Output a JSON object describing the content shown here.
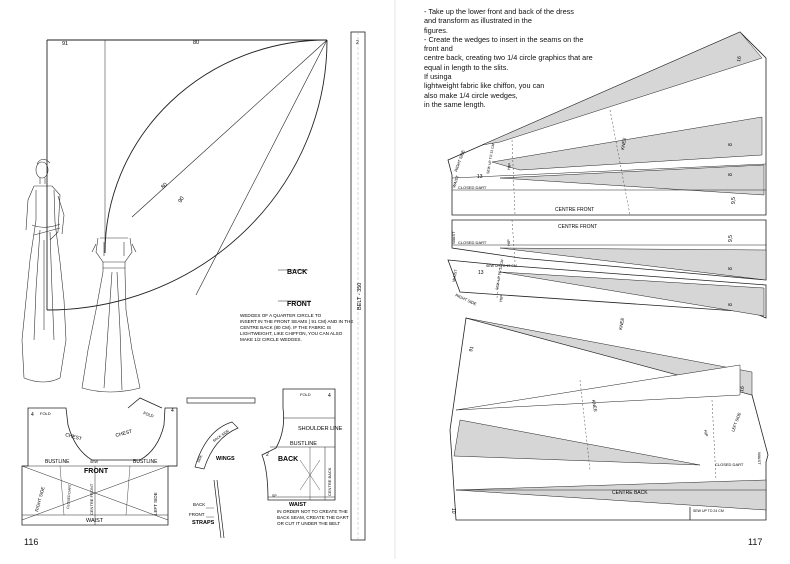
{
  "pages": {
    "left_number": "116",
    "right_number": "117"
  },
  "instructions": [
    "- Take up the lower front and back of the dress",
    "  and transform as illustrated in the",
    "  figures.",
    "- Create the wedges to insert in the seams on the",
    "  front and",
    "  centre back, creating two 1/4 circle graphics that are",
    "  equal in length to the slits.",
    "    If usinga",
    "  lightweight fabric like chiffon, you can",
    "  also make 1/4 circle wedges,",
    "  in the same length."
  ],
  "quarter_circle": {
    "dim_top_left": "91",
    "dim_top": "80",
    "dim_radius_1": "80",
    "dim_radius_2": "90",
    "label_back": "BACK",
    "label_front": "FRONT",
    "note": [
      "WEDGES OF A QUARTER CIRCLE TO",
      "INSERT IN THE FRONT SEAMS ( 91 CM) AND IN THE",
      "CENTRE BACK (80 CM). IF THE FABRIC IS",
      "LIGHTWEIGHT, LIKE CHIFFON, YOU CAN ALSO",
      "MAKE 1/2 CIRCLE WEDGES."
    ]
  },
  "belt": {
    "label": "BELT - 350",
    "top_mark": "2"
  },
  "bodice_front": {
    "fold": "FOLD",
    "chest": "CHEST",
    "bustline": "BUSTLINE",
    "sew": "SEW",
    "front": "FRONT",
    "centre_front": "CENTRE FRONT",
    "waist": "WAIST",
    "right_side": "RIGHT SIDE",
    "left_side": "LEFT SIDE",
    "closed_dart": "CLOSED DART",
    "num_4a": "4",
    "num_4b": "4"
  },
  "wings": {
    "label": "WINGS",
    "wing_text_1": "BACK SIDE",
    "wing_text_2": "SIDE"
  },
  "straps": {
    "label": "STRAPS",
    "back": "BACK",
    "front": "FRONT"
  },
  "back_bodice": {
    "fold": "FOLD",
    "shoulder_line": "SHOULDER LINE",
    "bustline": "BUSTLINE",
    "back": "BACK",
    "centre_back": "CENTRE BACK",
    "waist": "WAIST",
    "num_2": "2",
    "num_4": "4",
    "sp": "SP",
    "note": [
      "IN ORDER NOT TO CREATE THE",
      "BACK SEAM, CREATE THE DART",
      "OR CUT IT UNDER THE BELT"
    ]
  },
  "right_patterns": {
    "p1": {
      "waist": "WAIST",
      "right_side": "RIGHT SIDE",
      "hip": "HIP",
      "knee": "KNEE",
      "sew": "SEW UP TO 13 CM",
      "n13": "13",
      "closed_dart": "CLOSED DART",
      "centre_front": "CENTRE FRONT",
      "n16": "16",
      "n8a": "8",
      "n8b": "8",
      "n95": "9,5"
    },
    "p2": {
      "waist": "WAIST",
      "closed_dart": "CLOSED DART",
      "hip": "HIP",
      "centre_front": "CENTRE FRONT",
      "n95": "9,5",
      "n8": "8"
    },
    "p3": {
      "waist": "WAIST",
      "right_side": "RIGHT SIDE",
      "hip": "HIP",
      "knee": "KNEE",
      "sew": "SEW UP TO 13 CM",
      "n13": "13",
      "n8": "8"
    },
    "p4": {
      "n91": "91",
      "n16": "16",
      "knee": "KNEE",
      "hip": "HIP",
      "left_side": "LEFT SIDE",
      "closed_dart": "CLOSED DART",
      "waist": "WAIST",
      "centre_back": "CENTRE BACK",
      "sew": "SEW UP TO 24 CM",
      "n10": "10"
    }
  }
}
